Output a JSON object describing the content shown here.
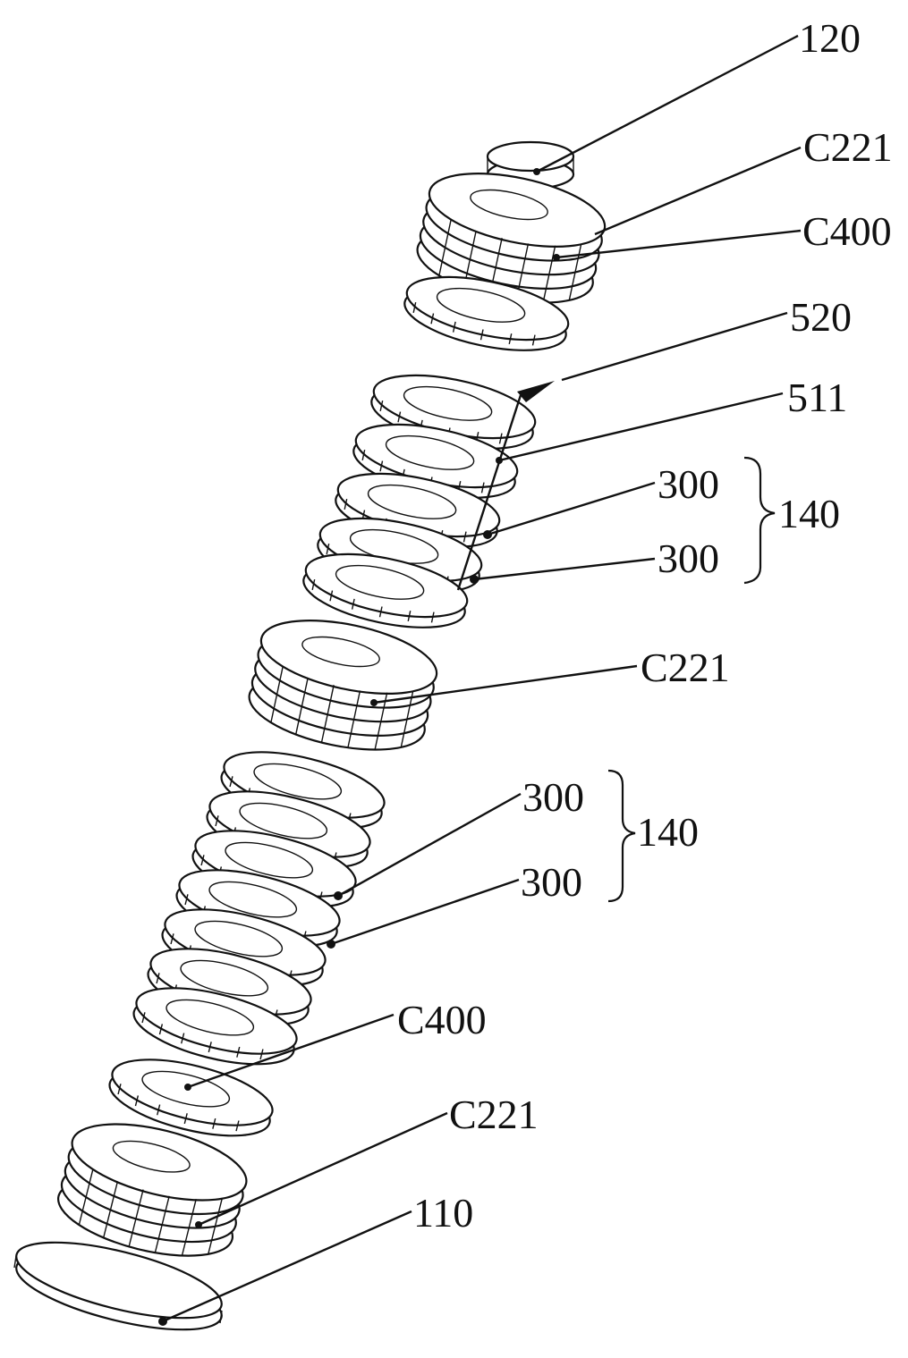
{
  "figure": {
    "labels": {
      "top_cap": "120",
      "upper_stack": "C221",
      "upper_ring": "C400",
      "pin": "520",
      "rod": "511",
      "upper_plate_a": "300",
      "upper_plate_b": "300",
      "upper_group": "140",
      "middle_stack": "C221",
      "lower_plate_a": "300",
      "lower_plate_b": "300",
      "lower_group": "140",
      "lower_ring": "C400",
      "lower_stack": "C221",
      "base": "110"
    }
  }
}
